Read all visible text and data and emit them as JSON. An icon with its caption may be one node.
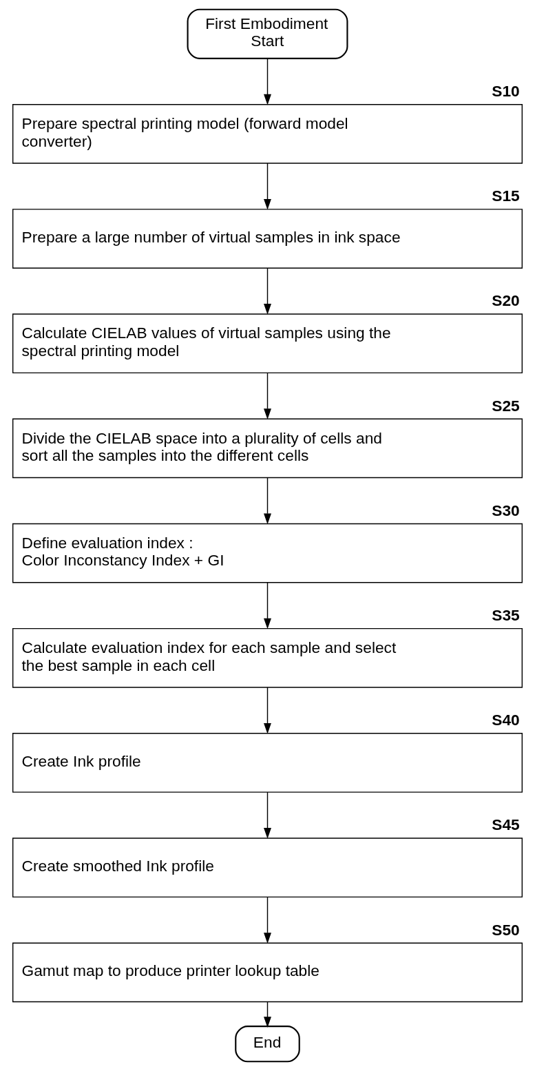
{
  "diagram": {
    "nodes": [
      {
        "text": [
          "First Embodiment Start"
        ]
      },
      {
        "text": [
          "Prepare spectral printing model (forward model converter)"
        ],
        "beside": [
          "S10"
        ]
      },
      {
        "text": [
          "Prepare a large number of virtual samples in ink space"
        ],
        "beside": [
          "S15"
        ]
      },
      {
        "text": [
          "Calculate CIELAB values of virtual samples using the spectral printing model"
        ],
        "beside": [
          "S20"
        ]
      },
      {
        "text": [
          "Divide the CIELAB space into a plurality of cells and sort all the samples into the different cells"
        ],
        "beside": [
          "S25"
        ]
      },
      {
        "text": [
          "Define evaluation index :",
          "Color Inconstancy Index + GI"
        ],
        "beside": [
          "S30"
        ]
      },
      {
        "text": [
          "Calculate evaluation index for each sample and select the best sample in each cell"
        ],
        "beside": [
          "S35"
        ]
      },
      {
        "text": [
          "Create Ink profile"
        ],
        "beside": [
          "S40"
        ]
      },
      {
        "text": [
          "Create smoothed Ink profile"
        ],
        "beside": [
          "S45"
        ]
      },
      {
        "text": [
          "Gamut map to produce printer lookup table"
        ],
        "beside": [
          "S50"
        ]
      },
      {
        "text": [
          "End"
        ]
      }
    ],
    "edges": [
      {
        "from": 0,
        "to": 1,
        "arrow": "to"
      },
      {
        "from": 1,
        "to": 2,
        "arrow": "to"
      },
      {
        "from": 2,
        "to": 3,
        "arrow": "to"
      },
      {
        "from": 3,
        "to": 4,
        "arrow": "to"
      },
      {
        "from": 4,
        "to": 5,
        "arrow": "to"
      },
      {
        "from": 5,
        "to": 6,
        "arrow": "to"
      },
      {
        "from": 6,
        "to": 7,
        "arrow": "to"
      },
      {
        "from": 7,
        "to": 8,
        "arrow": "to"
      },
      {
        "from": 8,
        "to": 9,
        "arrow": "to"
      },
      {
        "from": 9,
        "to": 10,
        "arrow": "to"
      }
    ]
  }
}
